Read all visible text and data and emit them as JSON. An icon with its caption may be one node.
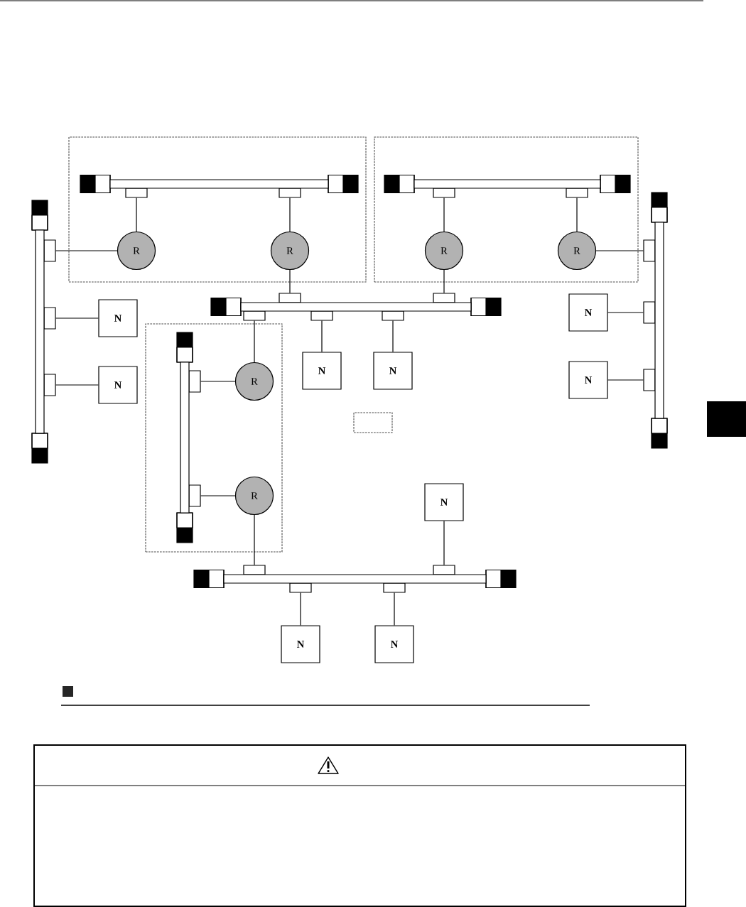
{
  "diagram": {
    "nodes": [
      {
        "text": [],
        "shape": "box"
      },
      {
        "text": [],
        "shape": "bar",
        "in": 0
      },
      {
        "text": [
          "R"
        ],
        "in": 0
      },
      {
        "text": [
          "R"
        ],
        "in": 0
      },
      {
        "text": [],
        "shape": "box"
      },
      {
        "text": [],
        "shape": "bar",
        "in": 4
      },
      {
        "text": [
          "R"
        ],
        "in": 4
      },
      {
        "text": [
          "R"
        ],
        "in": 4
      },
      {
        "text": [],
        "shape": "bar"
      },
      {
        "text": [],
        "shape": "bar"
      },
      {
        "text": [],
        "shape": "bar"
      },
      {
        "text": [
          "N"
        ]
      },
      {
        "text": [
          "N"
        ]
      },
      {
        "text": [
          "N"
        ]
      },
      {
        "text": [
          "N"
        ]
      },
      {
        "text": [],
        "shape": "box"
      },
      {
        "text": [],
        "shape": "bar",
        "in": 15
      },
      {
        "text": [
          "R"
        ],
        "in": 15
      },
      {
        "text": [
          "R"
        ],
        "in": 15
      },
      {
        "text": [
          "N"
        ]
      },
      {
        "text": [
          "N"
        ]
      },
      {
        "text": [],
        "shape": "box"
      },
      {
        "text": [
          "N"
        ]
      },
      {
        "text": [],
        "shape": "bar"
      },
      {
        "text": [
          "N"
        ]
      },
      {
        "text": [
          "N"
        ]
      }
    ],
    "edges": [
      {
        "from": 2,
        "to": 1,
        "arrow": "none"
      },
      {
        "from": 3,
        "to": 1,
        "arrow": "none"
      },
      {
        "from": 6,
        "to": 5,
        "arrow": "none"
      },
      {
        "from": 7,
        "to": 5,
        "arrow": "none"
      },
      {
        "from": 2,
        "to": 8,
        "arrow": "none"
      },
      {
        "from": 7,
        "to": 9,
        "arrow": "none"
      },
      {
        "from": 3,
        "to": 10,
        "arrow": "none"
      },
      {
        "from": 6,
        "to": 10,
        "arrow": "none"
      },
      {
        "from": 11,
        "to": 8,
        "arrow": "none"
      },
      {
        "from": 12,
        "to": 8,
        "arrow": "none"
      },
      {
        "from": 13,
        "to": 9,
        "arrow": "none"
      },
      {
        "from": 14,
        "to": 9,
        "arrow": "none"
      },
      {
        "from": 17,
        "to": 10,
        "arrow": "none"
      },
      {
        "from": 19,
        "to": 10,
        "arrow": "none"
      },
      {
        "from": 20,
        "to": 10,
        "arrow": "none"
      },
      {
        "from": 17,
        "to": 16,
        "arrow": "none"
      },
      {
        "from": 18,
        "to": 16,
        "arrow": "none"
      },
      {
        "from": 18,
        "to": 23,
        "arrow": "none"
      },
      {
        "from": 22,
        "to": 23,
        "arrow": "none"
      },
      {
        "from": 24,
        "to": 23,
        "arrow": "none"
      },
      {
        "from": 25,
        "to": 23,
        "arrow": "none"
      }
    ]
  }
}
